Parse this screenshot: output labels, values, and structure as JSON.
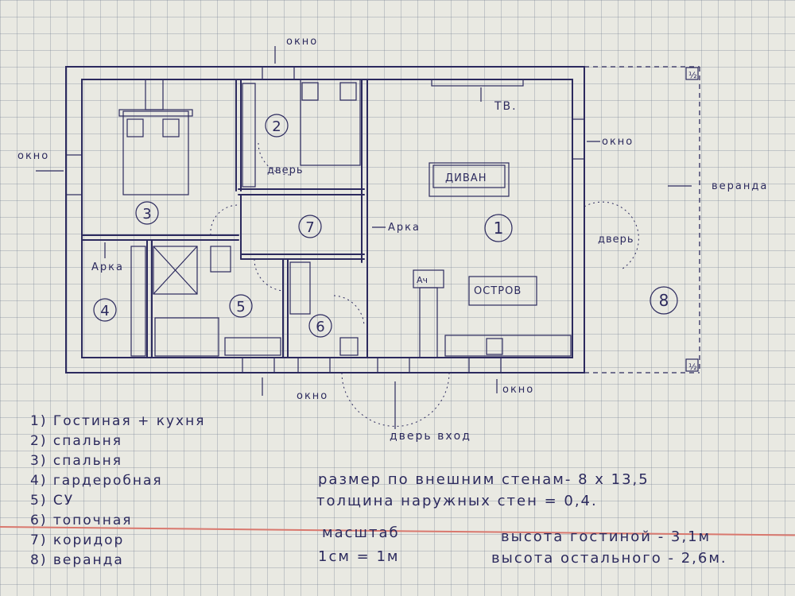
{
  "labels": {
    "window": "окно",
    "window_left": "окно",
    "window_right": "окно",
    "window_bottom_left": "окно",
    "window_bottom_right": "окно",
    "tv": "ТВ.",
    "door": "дверь",
    "door_right": "дверь",
    "entrance": "дверь вход",
    "arch_left": "Арка",
    "arch_right": "Арка",
    "veranda": "веранда",
    "sofa": "ДИВАН",
    "island": "ОСТРОВ",
    "corner_mark": "½",
    "counter_mark": "Ач"
  },
  "rooms": [
    {
      "num": "1"
    },
    {
      "num": "2"
    },
    {
      "num": "3"
    },
    {
      "num": "4"
    },
    {
      "num": "5"
    },
    {
      "num": "6"
    },
    {
      "num": "7"
    },
    {
      "num": "8"
    }
  ],
  "legend": [
    "1) Гостиная + кухня",
    "2) спальня",
    "3) спальня",
    "4) гардеробная",
    "5) СУ",
    "6) топочная",
    "7) коридор",
    "8) веранда"
  ],
  "notes": {
    "size": "размер по внешним стенам- 8 х 13,5",
    "thickness": "толщина наружных стен = 0,4.",
    "scale_title": "масштаб",
    "scale_value": "1см = 1м",
    "height_living": "высота гостиной - 3,1м",
    "height_rest": "высота остального - 2,6м."
  }
}
